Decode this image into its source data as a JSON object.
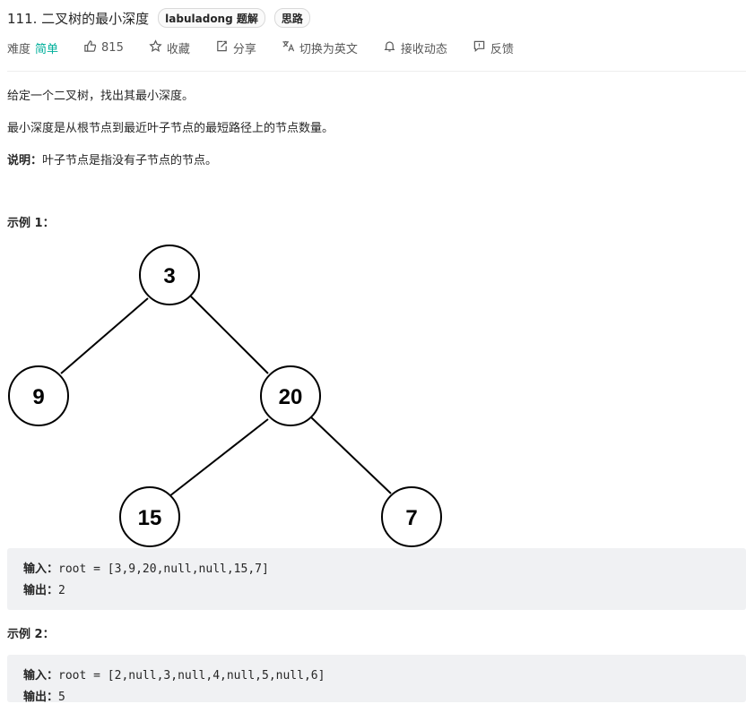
{
  "header": {
    "title": "111. 二叉树的最小深度",
    "tags": [
      "labuladong 题解",
      "思路"
    ]
  },
  "meta": {
    "difficulty_label": "难度",
    "difficulty": "简单",
    "likes": "815",
    "favorite": "收藏",
    "share": "分享",
    "translate": "切换为英文",
    "notify": "接收动态",
    "feedback": "反馈"
  },
  "description": {
    "line1": "给定一个二叉树，找出其最小深度。",
    "line2": "最小深度是从根节点到最近叶子节点的最短路径上的节点数量。",
    "note_label": "说明：",
    "note_text": "叶子节点是指没有子节点的节点。"
  },
  "example1": {
    "label": "示例 1：",
    "tree_nodes": [
      "3",
      "9",
      "20",
      "15",
      "7"
    ],
    "input_label": "输入：",
    "input_value": "root = [3,9,20,null,null,15,7]",
    "output_label": "输出：",
    "output_value": "2"
  },
  "example2": {
    "label": "示例 2：",
    "input_label": "输入：",
    "input_value": "root = [2,null,3,null,4,null,5,null,6]",
    "output_label": "输出：",
    "output_value": "5"
  },
  "colors": {
    "difficulty": "#00af9b",
    "code_bg": "#f0f1f3",
    "text": "#262626",
    "meta_text": "#595959"
  },
  "icons": [
    "thumbs-up-icon",
    "star-icon",
    "share-icon",
    "translate-icon",
    "bell-icon",
    "feedback-icon"
  ]
}
